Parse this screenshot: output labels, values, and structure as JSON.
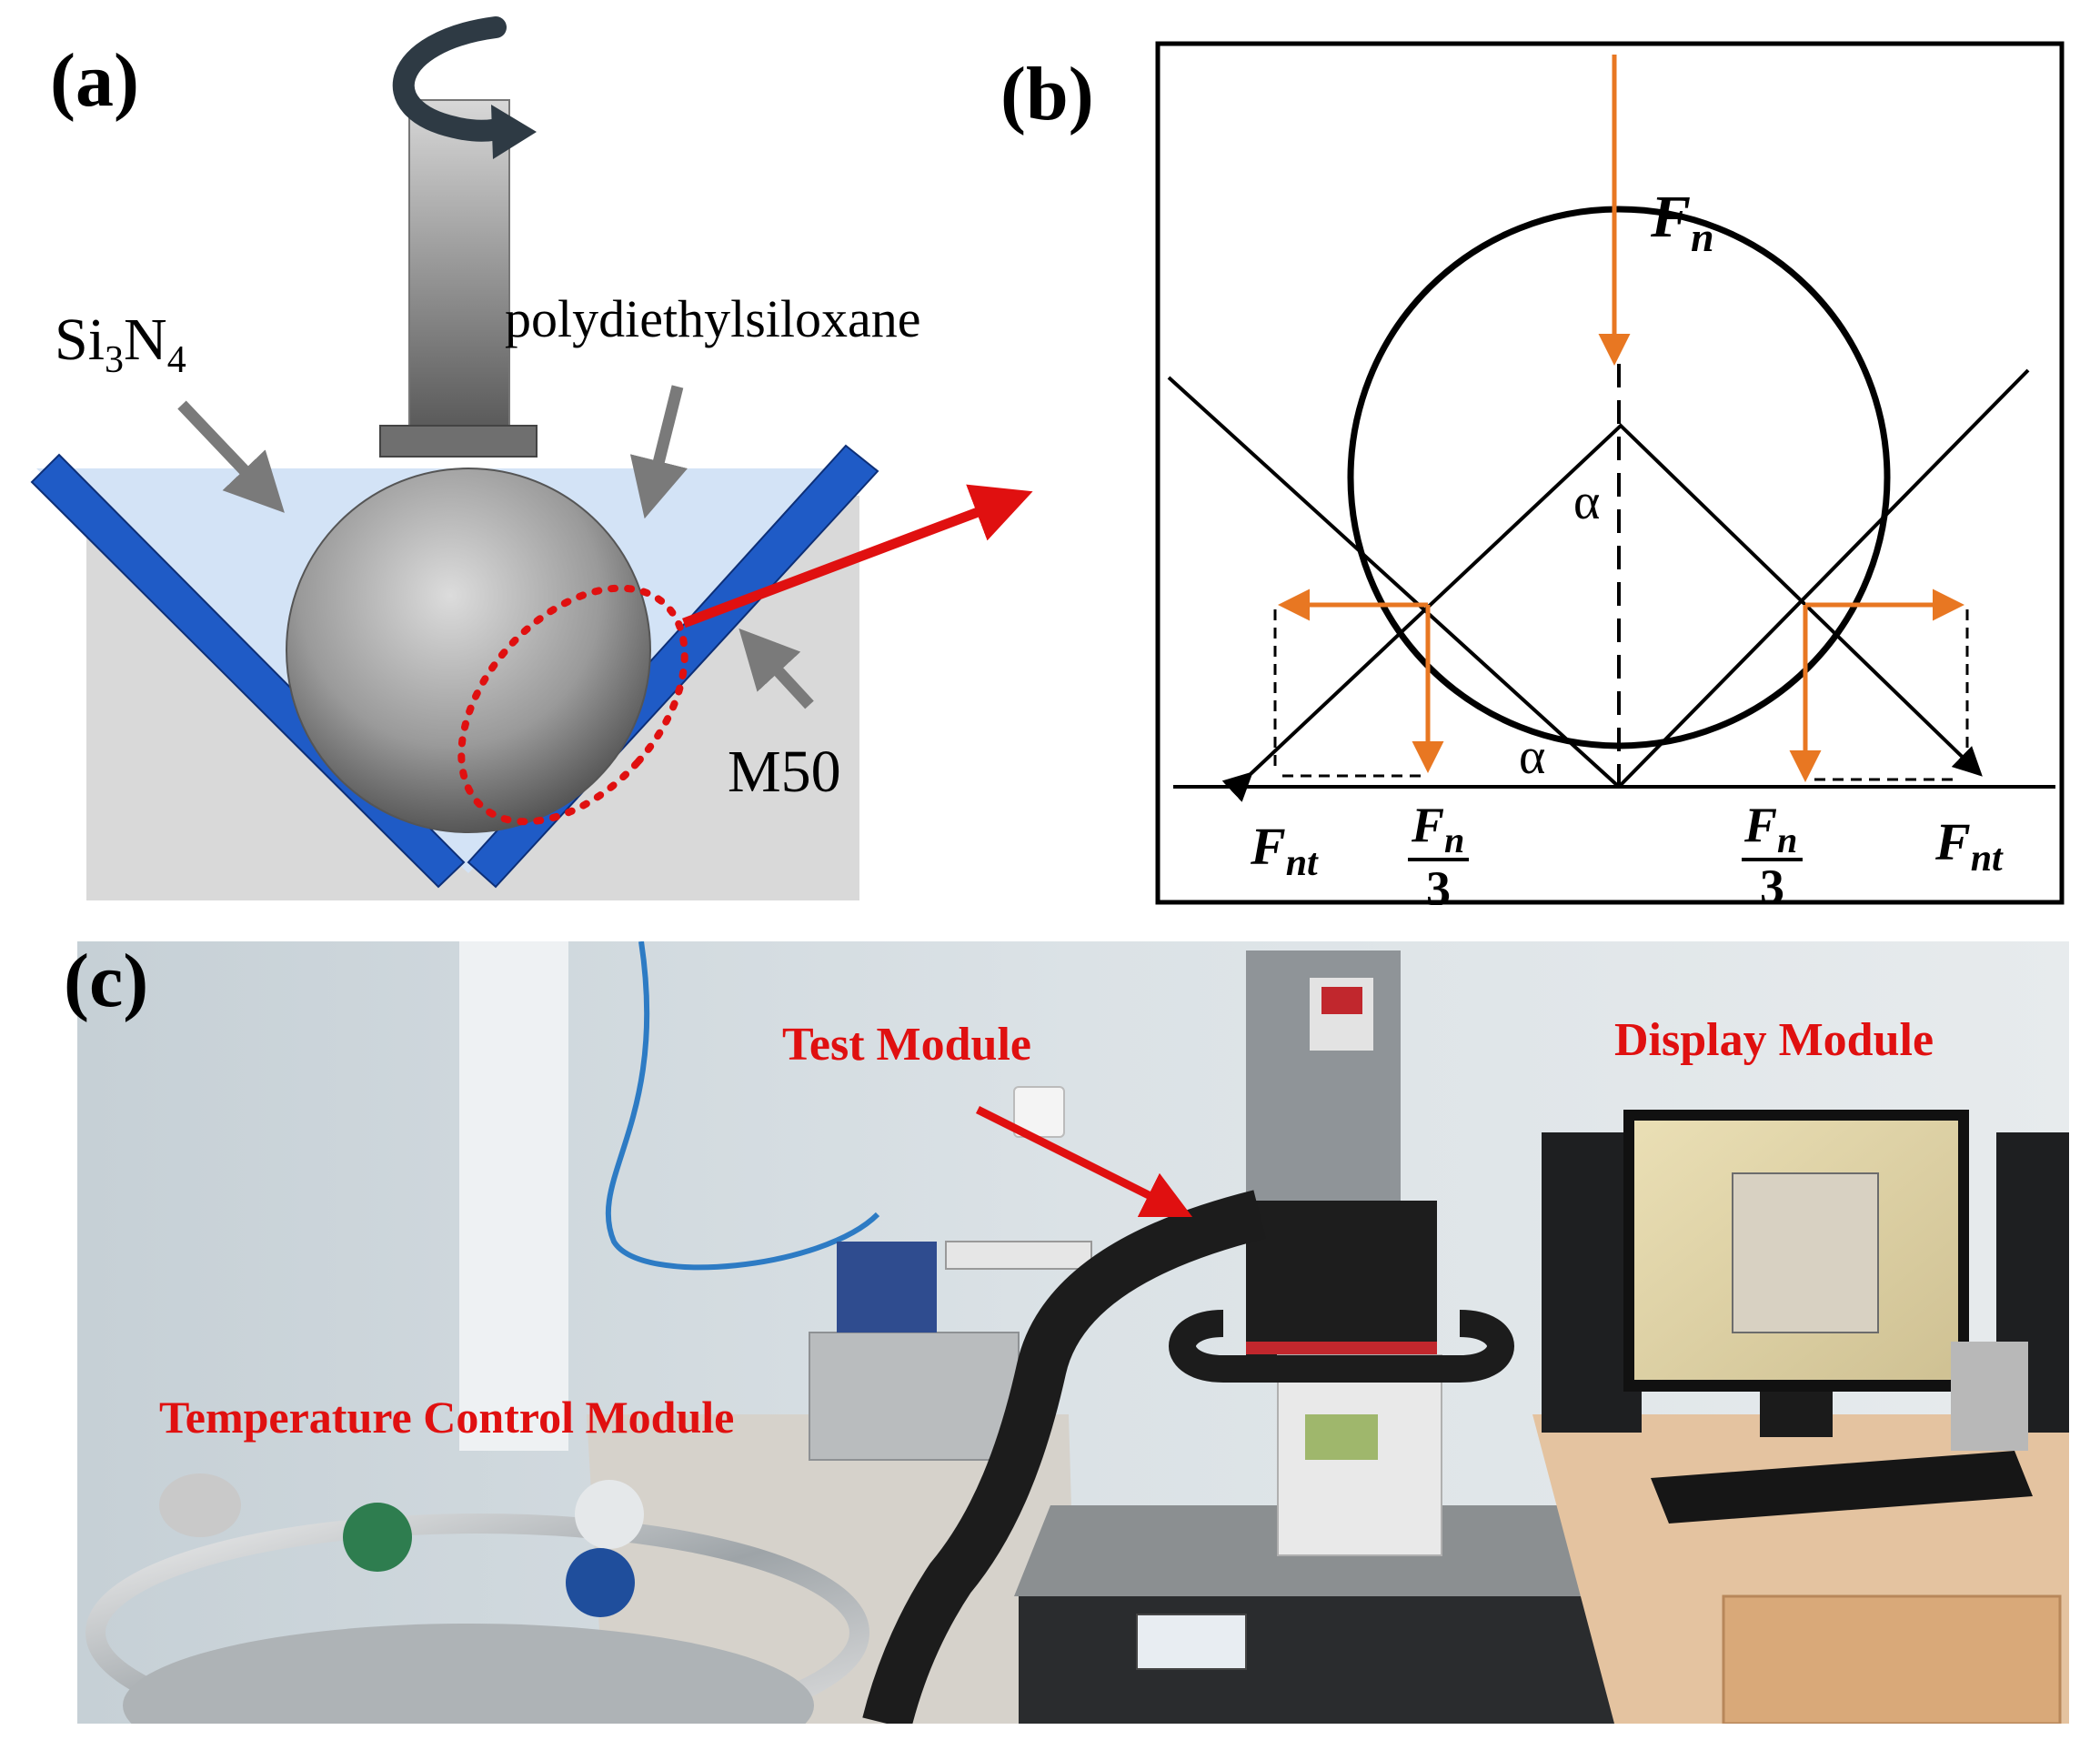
{
  "panel_a": {
    "tag": "(a)",
    "label_si3n4": "Si3N4",
    "label_si": "Si",
    "label_sub3": "3",
    "label_n": "N",
    "label_sub4": "4",
    "label_lubricant": "polydiethylsiloxane",
    "label_m50": "M50"
  },
  "panel_b": {
    "tag": "(b)",
    "fn_F": "F",
    "fn_sub": "n",
    "alpha_top": "α",
    "alpha_bottom": "α",
    "fnt_left_F": "F",
    "fnt_left_sub": "nt",
    "fnt_right_F": "F",
    "fnt_right_sub": "nt",
    "frac_num_F": "F",
    "frac_num_sub": "n",
    "frac_den": "3"
  },
  "panel_c": {
    "tag": "(c)",
    "label_test": "Test Module",
    "label_display": "Display Module",
    "label_temperature": "Temperature Control Module"
  },
  "colors": {
    "force_arrow": "#e87722",
    "annotation_red": "#e01010",
    "plate_blue": "#1f5bc6",
    "lubricant": "#d3e3f6",
    "gray_arrow": "#7a7a7a"
  }
}
